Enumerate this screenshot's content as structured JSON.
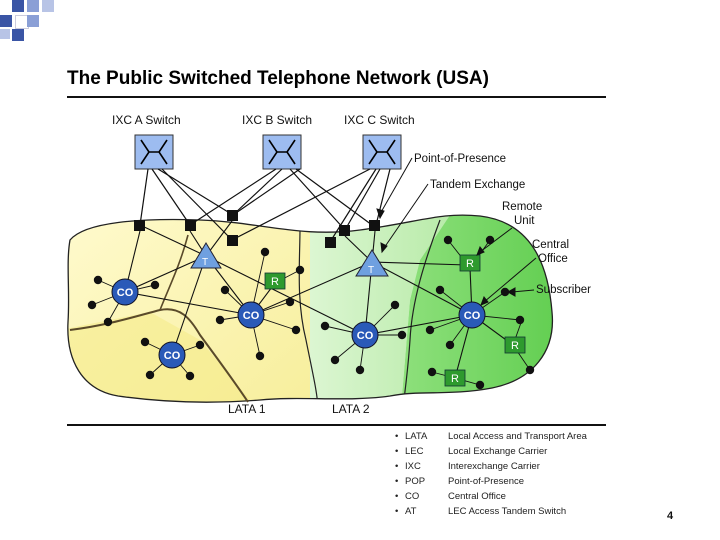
{
  "title": "The Public Switched Telephone Network (USA)",
  "switches": [
    "IXC A Switch",
    "IXC B Switch",
    "IXC C Switch"
  ],
  "callouts": {
    "pop": "Point-of-Presence",
    "tandem": "Tandem Exchange",
    "remote_line1": "Remote",
    "remote_line2": "Unit",
    "central_line1": "Central",
    "central_line2": "Office",
    "subscriber": "Subscriber"
  },
  "lata_labels": [
    "LATA 1",
    "LATA 2"
  ],
  "node_labels": {
    "co": "CO",
    "remote": "R",
    "tandem": "T"
  },
  "legend": [
    {
      "bullet": "•",
      "abbr": "LATA",
      "definition": "Local Access and Transport Area"
    },
    {
      "bullet": "•",
      "abbr": "LEC",
      "definition": "Local Exchange Carrier"
    },
    {
      "bullet": "•",
      "abbr": "IXC",
      "definition": "Interexchange Carrier"
    },
    {
      "bullet": "•",
      "abbr": "POP",
      "definition": "Point-of-Presence"
    },
    {
      "bullet": "•",
      "abbr": "CO",
      "definition": "Central Office"
    },
    {
      "bullet": "•",
      "abbr": "AT",
      "definition": "LEC Access Tandem Switch"
    }
  ],
  "page_number": "4",
  "colors": {
    "lata1_light": "#fdf8c0",
    "lata1_dark": "#f9ef8a",
    "lata2_light": "#c8f0c0",
    "lata2_dark": "#7ddc6e",
    "co_node": "#2a5ab8",
    "tandem_node": "#6fa0e0",
    "switch_box": "#9dbcf0",
    "remote_box": "#2e9a2e",
    "corner_blue": "#3a55a5"
  }
}
